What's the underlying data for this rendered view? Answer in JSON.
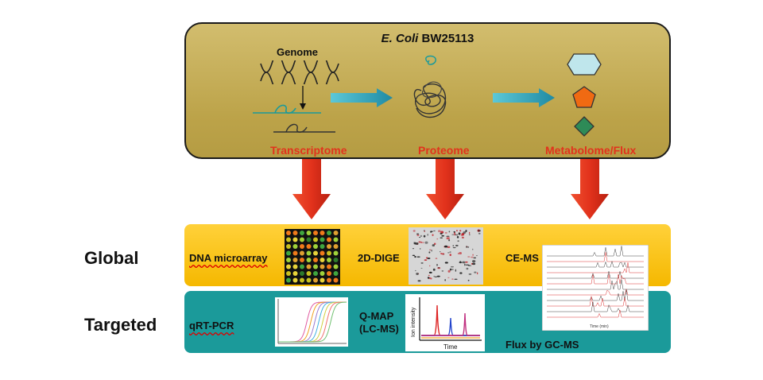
{
  "top_box": {
    "title_italic": "E. Coli",
    "title_strain": " BW25113",
    "genome_label": "Genome",
    "transcriptome_label": "Transcriptome",
    "proteome_label": "Proteome",
    "metabolome_label": "Metabolome/Flux"
  },
  "rows": {
    "global_label": "Global",
    "targeted_label": "Targeted"
  },
  "global_band": {
    "dna_microarray": "DNA microarray",
    "dige": "2D-DIGE",
    "cems": "CE-MS"
  },
  "targeted_band": {
    "qrtpcr": "qRT-PCR",
    "qmap_line1": "Q-MAP",
    "qmap_line2": "(LC-MS)",
    "flux": "Flux by GC-MS",
    "chart_ylabel": "Ion intensity",
    "chart_xlabel": "Time",
    "ce_xlabel": "Time (min)"
  },
  "colors": {
    "arrow_teal": "#2a9fb5",
    "arrow_red": "#e2321c",
    "global_band": "#f9c20d",
    "targeted_band": "#1b9a9a",
    "hexagon": "#bfe6ec",
    "pentagon": "#f06a12",
    "diamond": "#2e8b57"
  }
}
